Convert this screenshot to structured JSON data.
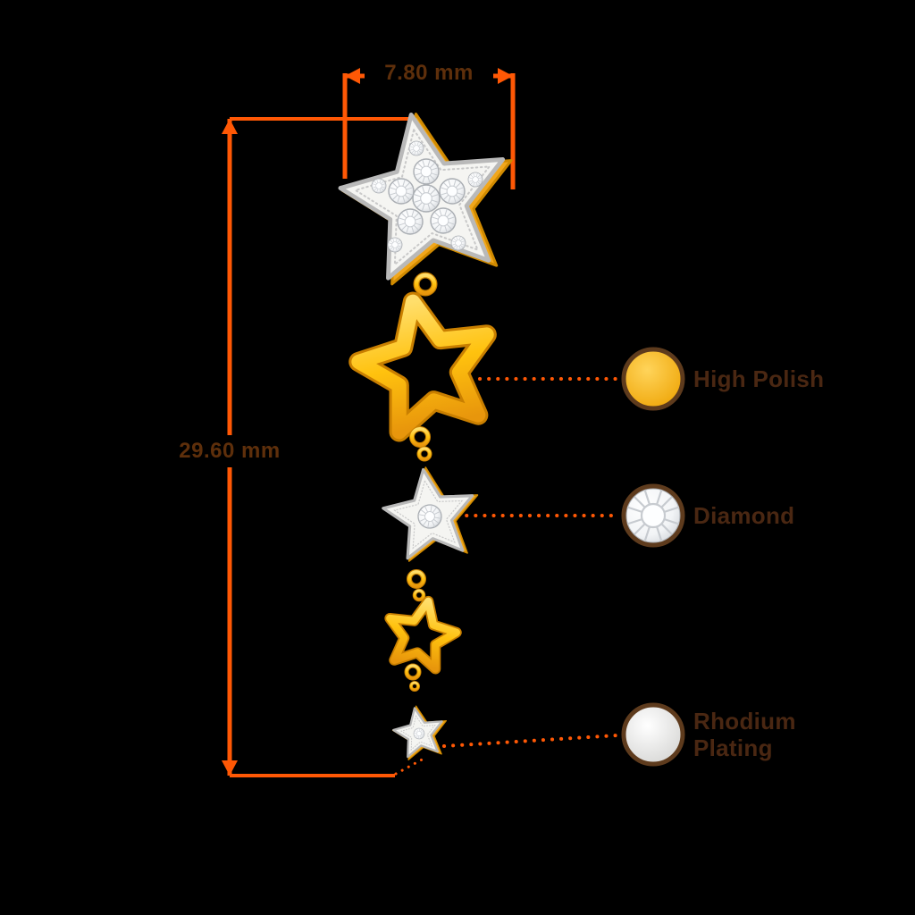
{
  "dimensions": {
    "width_label": "7.80 mm",
    "height_label": "29.60 mm"
  },
  "legend": {
    "items": [
      {
        "label": "High Polish",
        "swatch": "gold-circle"
      },
      {
        "label": "Diamond",
        "swatch": "diamond-gem-circle"
      },
      {
        "label": "Rhodium Plating",
        "swatch": "silver-circle"
      }
    ]
  },
  "colors": {
    "background": "#000000",
    "dimension_line": "#FF5805",
    "dimension_text": "#5E2F0B",
    "legend_text": "#4A2712",
    "swatch_border": "#5E3B1D",
    "gold": "#FFC20E",
    "gold_dark": "#C97F00",
    "silver": "#F5F5F2",
    "diamond": "#FFFFFF"
  }
}
